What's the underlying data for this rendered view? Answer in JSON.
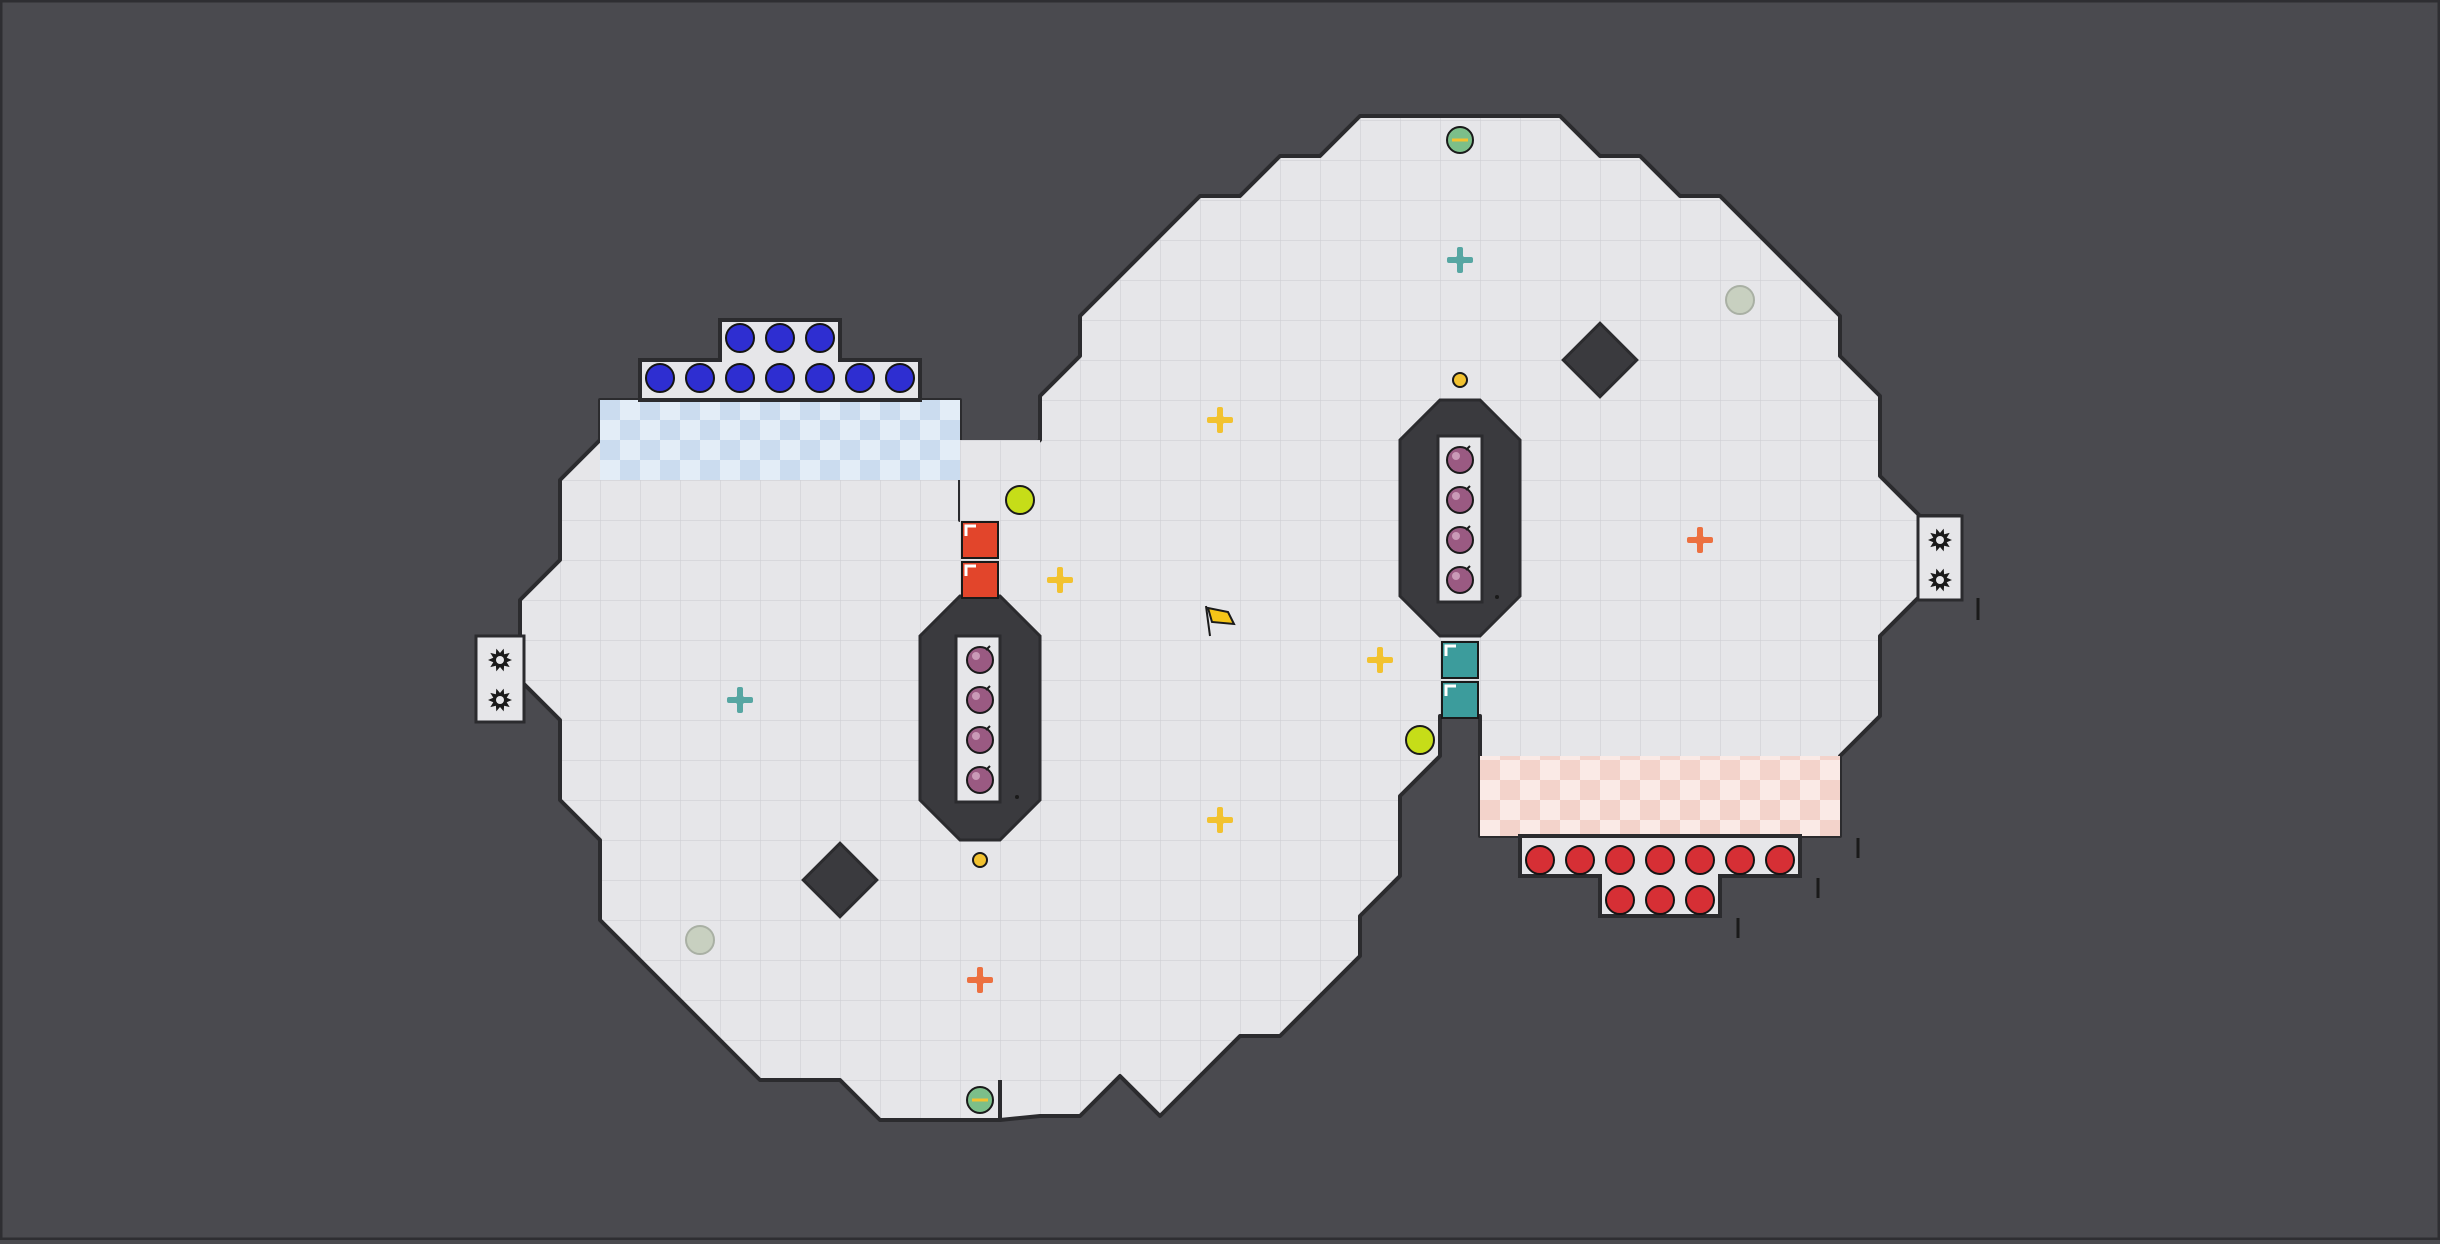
{
  "game": {
    "title": "",
    "palette": {
      "background": "#4a4a4f",
      "floor": "#e6e6e9",
      "grid_line": "#cfcfd4",
      "wall": "#2b2b2e",
      "team_blue": "#2e2ed1",
      "team_red": "#d62f35",
      "blue_zone_a": "#cbdcef",
      "blue_zone_b": "#e3edf7",
      "red_zone_a": "#f3d3cb",
      "red_zone_b": "#faeae6",
      "red_block": "#e2452b",
      "teal_block": "#3c9c9c",
      "bomb": "#9a5a82",
      "yellow_pickup": "#f2c230",
      "orange_pickup": "#ec7040",
      "teal_pickup": "#56a6a2",
      "boost": "#c6dd18",
      "portal": "#c8d0c0",
      "flag": "#f5c518"
    },
    "legend_icons": {
      "spawn_blue": "blue-ball-icon",
      "spawn_red": "red-ball-icon",
      "spike": "spike-icon",
      "bomb": "bomb-icon",
      "boost": "boost-icon",
      "powerup": "powerup-icon",
      "flag": "flag-icon",
      "button": "button-icon",
      "portal": "portal-icon"
    },
    "counts": {
      "blue_players": 10,
      "red_players": 10,
      "spikes": 4,
      "bombs": 8,
      "boosts": 2,
      "flags": 1
    }
  }
}
